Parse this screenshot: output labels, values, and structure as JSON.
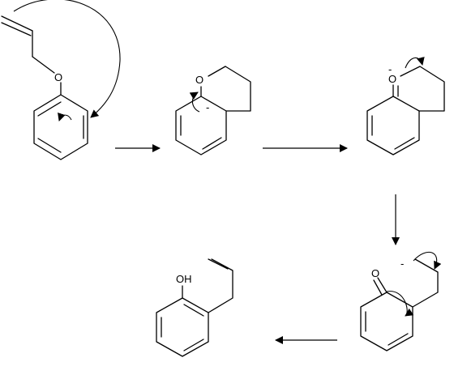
{
  "labels": {
    "m1_oxygen": "O",
    "m2_oxygen": "O",
    "m2_charge": "-",
    "m3_oxygen": "O",
    "m3_charge": "-",
    "m4_oxygen": "O",
    "m4_charge": "-",
    "m5_hydroxyl": "OH"
  }
}
